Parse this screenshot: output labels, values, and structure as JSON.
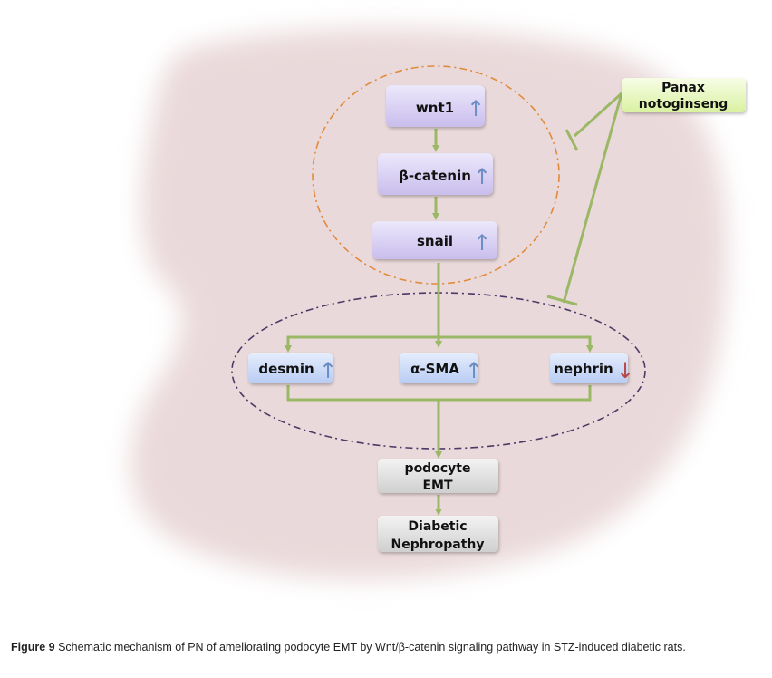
{
  "colors": {
    "background_blob": "#ead9da",
    "upstream_node_fill": "#dcd4f3",
    "effector_node_fill": "#d0def7",
    "outcome_node_fill": "#e4e4e4",
    "inhibitor_node_fill": "#eaf7c6",
    "connector": "#9ab865",
    "up_arrow": "#6b8dc1",
    "down_arrow": "#b8484a",
    "upstream_group_border": "#e08b3c",
    "effector_group_border": "#4b3a66"
  },
  "nodes": {
    "wnt1": {
      "label": "wnt1",
      "direction": "up"
    },
    "beta_catenin": {
      "label": "β-catenin",
      "direction": "up"
    },
    "snail": {
      "label": "snail",
      "direction": "up"
    },
    "desmin": {
      "label": "desmin",
      "direction": "up"
    },
    "alpha_sma": {
      "label": "α-SMA",
      "direction": "up"
    },
    "nephrin": {
      "label": "nephrin",
      "direction": "down"
    },
    "podocyte_emt": {
      "label_line1": "podocyte",
      "label_line2": "EMT"
    },
    "diabetic_nephropathy": {
      "label_line1": "Diabetic",
      "label_line2": "Nephropathy"
    },
    "panax": {
      "label_line1": "Panax",
      "label_line2": "notoginseng"
    }
  },
  "arrow_glyphs": {
    "up": "↑",
    "down": "↓"
  },
  "edges": [
    {
      "from": "wnt1",
      "to": "beta_catenin",
      "type": "activates"
    },
    {
      "from": "beta_catenin",
      "to": "snail",
      "type": "activates"
    },
    {
      "from": "snail",
      "to": "desmin",
      "type": "activates"
    },
    {
      "from": "snail",
      "to": "alpha_sma",
      "type": "activates"
    },
    {
      "from": "snail",
      "to": "nephrin",
      "type": "activates"
    },
    {
      "from": "desmin",
      "to": "podocyte_emt",
      "type": "activates"
    },
    {
      "from": "alpha_sma",
      "to": "podocyte_emt",
      "type": "activates"
    },
    {
      "from": "nephrin",
      "to": "podocyte_emt",
      "type": "activates"
    },
    {
      "from": "podocyte_emt",
      "to": "diabetic_nephropathy",
      "type": "activates"
    },
    {
      "from": "panax",
      "to": "upstream_group",
      "type": "inhibits"
    },
    {
      "from": "panax",
      "to": "effector_group",
      "type": "inhibits"
    }
  ],
  "caption": {
    "label": "Figure 9",
    "text": " Schematic mechanism of PN of ameliorating podocyte EMT by Wnt/β-catenin signaling pathway in STZ-induced diabetic rats."
  }
}
